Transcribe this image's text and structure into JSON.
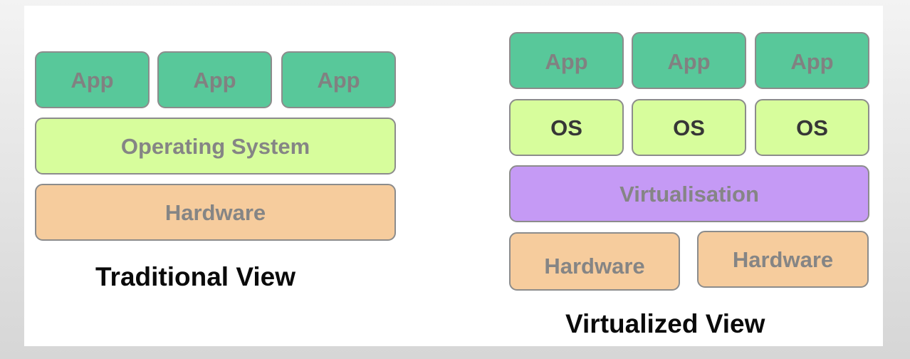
{
  "traditional": {
    "title": "Traditional View",
    "apps": [
      "App",
      "App",
      "App"
    ],
    "os": "Operating System",
    "hardware": "Hardware"
  },
  "virtualized": {
    "title": "Virtualized View",
    "apps": [
      "App",
      "App",
      "App"
    ],
    "os": [
      "OS",
      "OS",
      "OS"
    ],
    "virtualisation": "Virtualisation",
    "hardware": [
      "Hardware",
      "Hardware"
    ]
  },
  "colors": {
    "app": "#58c89a",
    "os": "#d7fd9c",
    "hardware": "#f6cc9d",
    "virtualisation": "#c59af5",
    "border": "#8c8c8c"
  }
}
